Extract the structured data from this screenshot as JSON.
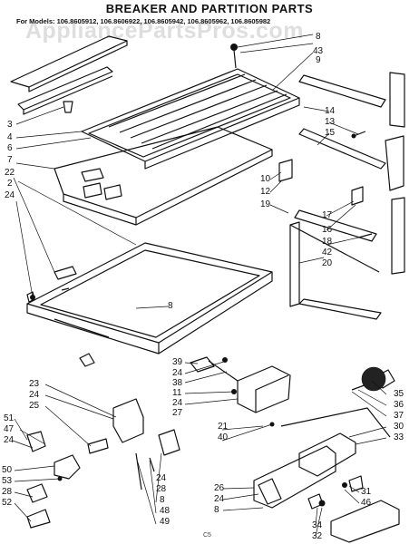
{
  "title": "BREAKER AND PARTITION PARTS",
  "models_line": "For Models: 106.8605912, 106.8606922, 106.8605942, 106.8605962, 106.8605982",
  "watermark": "AppliancePartsPros.com",
  "footer_code": "C5",
  "callouts": [
    "8",
    "43",
    "9",
    "3",
    "4",
    "6",
    "7",
    "22",
    "2",
    "24",
    "14",
    "13",
    "15",
    "10",
    "12",
    "19",
    "17",
    "16",
    "18",
    "42",
    "20",
    "8",
    "39",
    "24",
    "38",
    "11",
    "24",
    "27",
    "35",
    "36",
    "37",
    "30",
    "33",
    "23",
    "24",
    "25",
    "51",
    "47",
    "24",
    "50",
    "53",
    "28",
    "52",
    "48",
    "49",
    "21",
    "40",
    "26",
    "24",
    "8",
    "31",
    "46",
    "34",
    "32",
    "8",
    "28",
    "24"
  ]
}
